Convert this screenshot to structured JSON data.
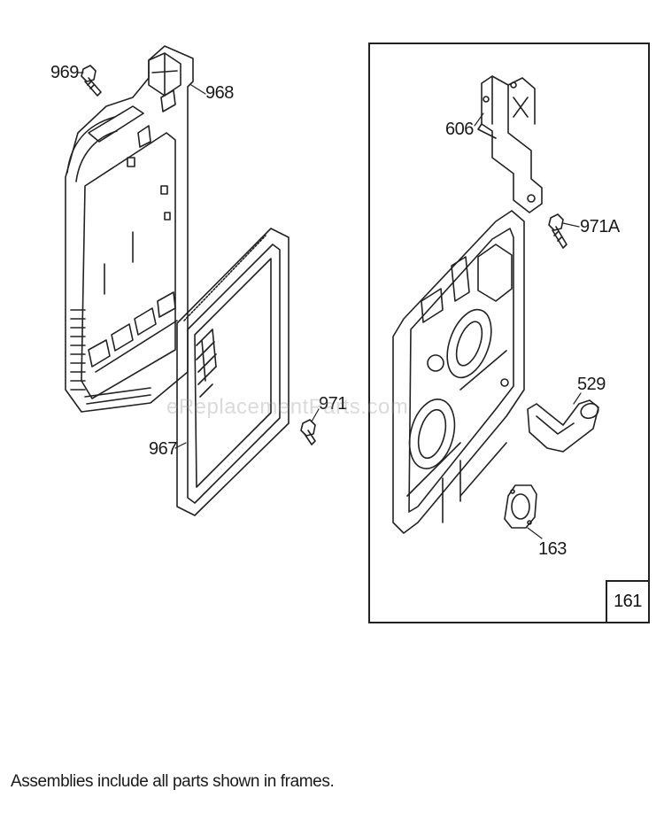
{
  "parts": {
    "air_cleaner_base": "968",
    "base_screw": "969",
    "filter_cartridge": "967",
    "cartridge_screw": "971",
    "bracket": "606",
    "bracket_screw": "971A",
    "elbow": "529",
    "gasket": "163"
  },
  "assembly_frame": {
    "number": "161"
  },
  "watermark": "eReplacementParts.com",
  "footnote": "Assemblies include all parts shown in frames."
}
